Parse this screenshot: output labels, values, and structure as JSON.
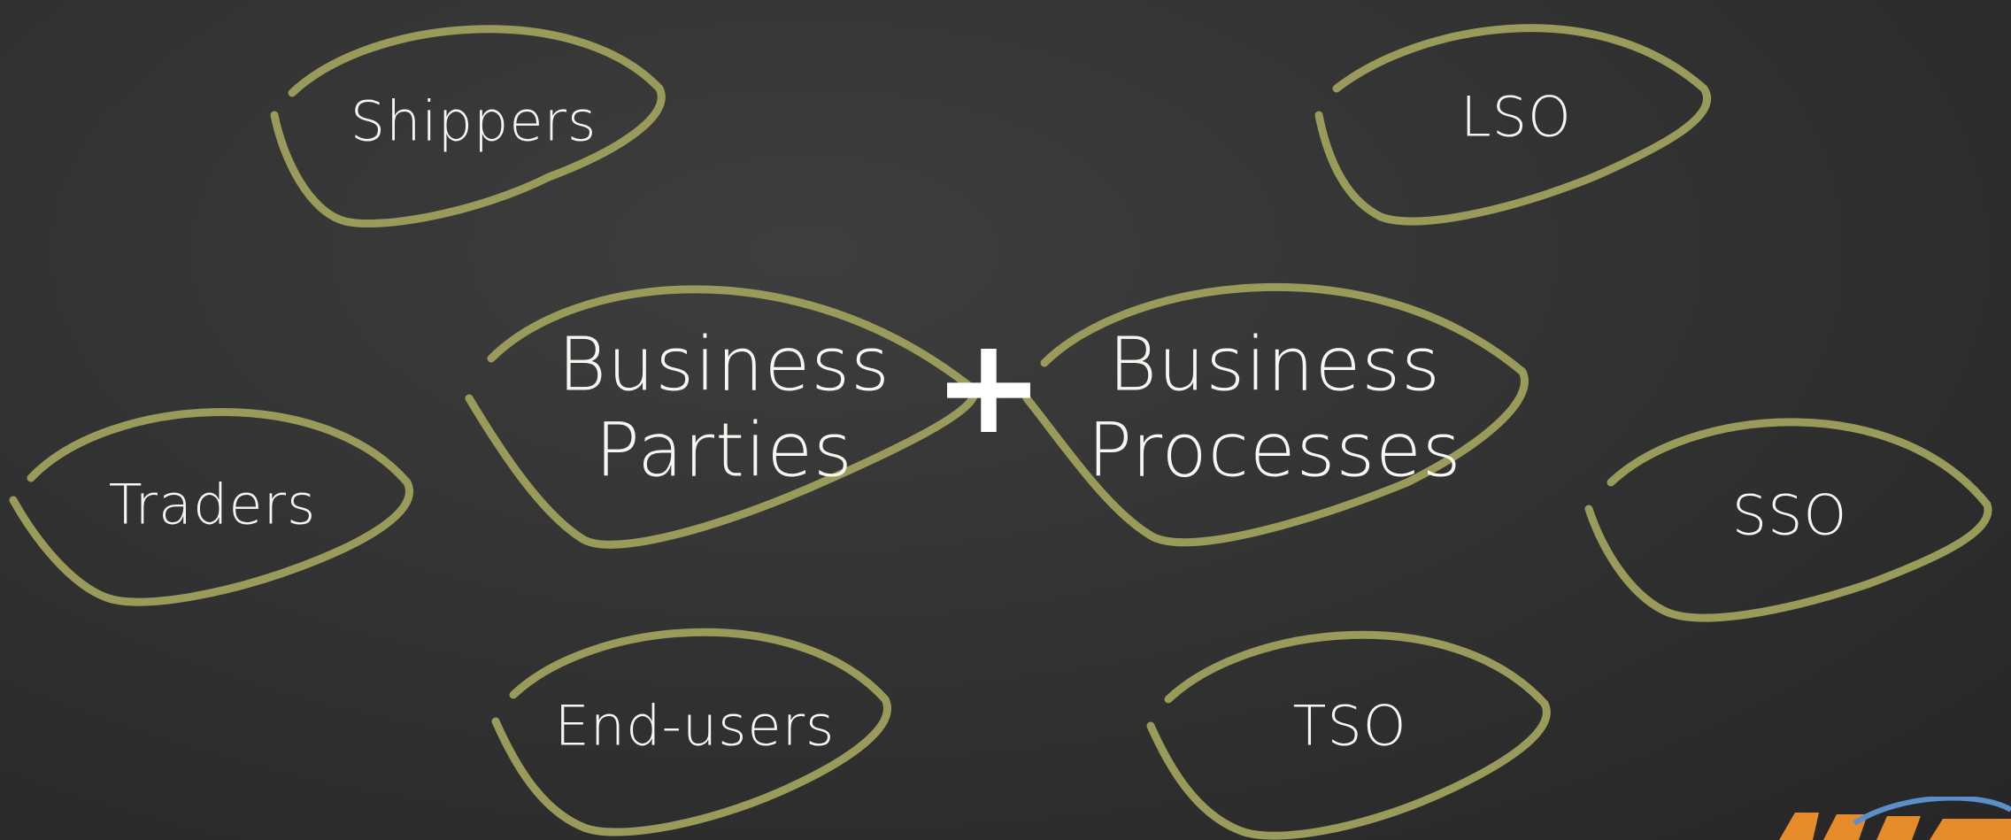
{
  "nodes": {
    "shippers": "Shippers",
    "lso": "LSO",
    "traders": "Traders",
    "sso": "SSO",
    "end_users": "End-users",
    "tso": "TSO",
    "business_parties": [
      "Business",
      "Parties"
    ],
    "business_processes": [
      "Business",
      "Processes"
    ]
  },
  "operator": "+",
  "colors": {
    "background": "#333333",
    "leaf_outline": "#9a9a5a",
    "text": "#f7f7f2",
    "logo_orange": "#e58b2a",
    "logo_blue": "#5b8fc9"
  }
}
